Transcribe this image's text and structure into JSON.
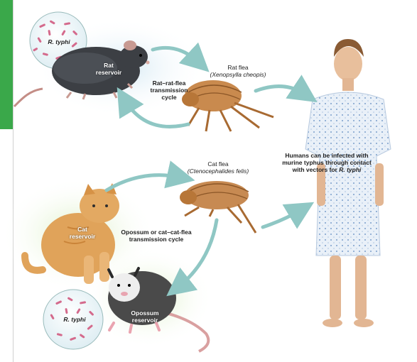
{
  "labels": {
    "rt_top": "R. typhi",
    "rt_bottom": "R. typhi",
    "rat_reservoir_line1": "Rat",
    "rat_reservoir_line2": "reservoir",
    "rat_flea_title": "Rat flea",
    "rat_flea_species": "(Xenopsylla cheopis)",
    "rat_cycle_line1": "Rat–rat-flea",
    "rat_cycle_line2": "transmission",
    "rat_cycle_line3": "cycle",
    "cat_flea_title": "Cat flea",
    "cat_flea_species": "(Ctenocephalides felis)",
    "cat_reservoir_line1": "Cat",
    "cat_reservoir_line2": "reservoir",
    "opossum_cycle_line1": "Opossum or cat–cat-flea",
    "opossum_cycle_line2": "transmission cycle",
    "opossum_reservoir_line1": "Opossum",
    "opossum_reservoir_line2": "reservoir",
    "human_line1": "Humans can be infected with",
    "human_line2": "murine typhus through contact",
    "human_line3_prefix": "with vectors for ",
    "human_line3_italic": "R. typhi"
  },
  "colors": {
    "accent": "#3aa84a",
    "arrow": "#8fc7c4",
    "bacteria": "#d46a8c"
  }
}
